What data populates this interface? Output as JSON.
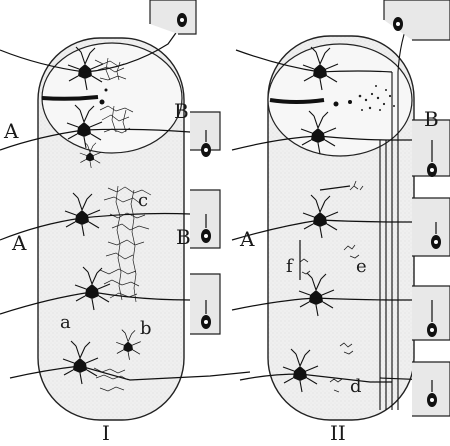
{
  "figure": {
    "panels": [
      {
        "id": "panel-1",
        "numeral": "I"
      },
      {
        "id": "panel-2",
        "numeral": "II"
      }
    ],
    "letters": {
      "p1_A_top": "A",
      "p1_B_top": "B",
      "p1_c": "c",
      "p1_A_mid": "A",
      "p1_B_mid": "B",
      "p1_a": "a",
      "p1_b": "b",
      "p2_A": "A",
      "p2_B": "B",
      "p2_e": "e",
      "p2_f": "f",
      "p2_d": "d"
    },
    "colors": {
      "ink": "#1a1a1a",
      "tissue": "#ececec",
      "grey_matter": "#f6f6f6"
    }
  }
}
